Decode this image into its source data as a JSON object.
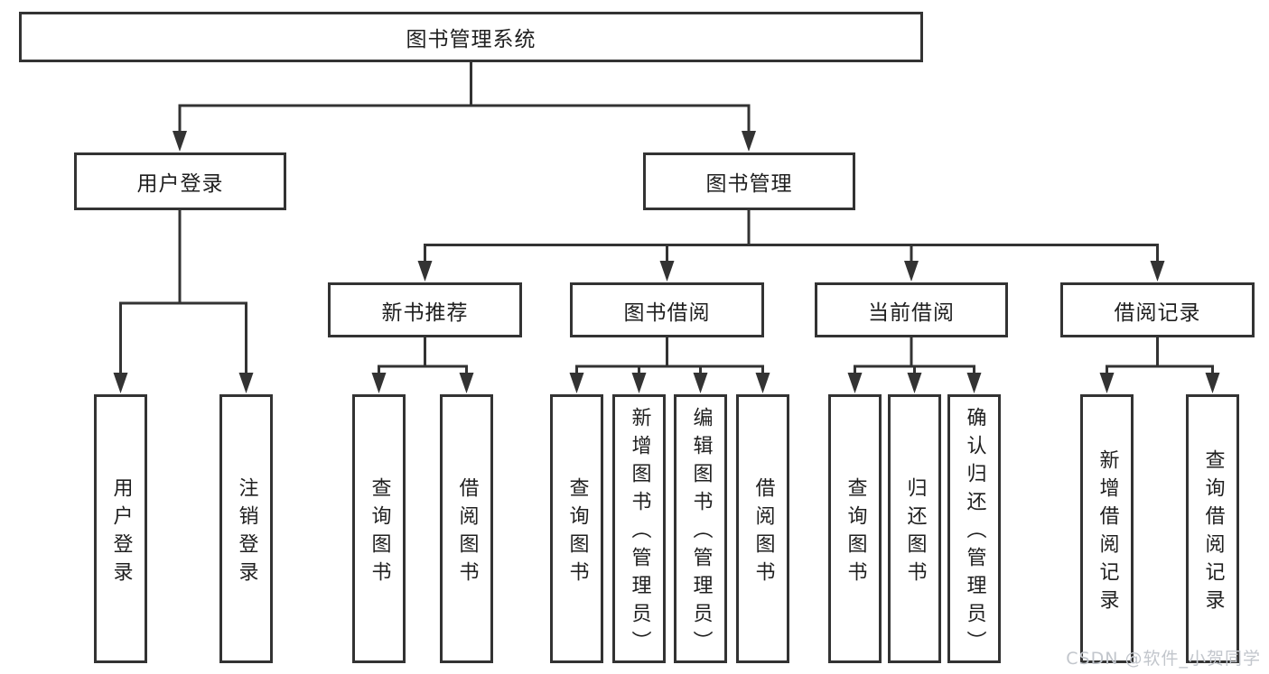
{
  "tree": {
    "label": "图书管理系统",
    "children": [
      {
        "label": "用户登录",
        "children": [
          {
            "label": "用户登录"
          },
          {
            "label": "注销登录"
          }
        ]
      },
      {
        "label": "图书管理",
        "children": [
          {
            "label": "新书推荐",
            "children": [
              {
                "label": "查询图书"
              },
              {
                "label": "借阅图书"
              }
            ]
          },
          {
            "label": "图书借阅",
            "children": [
              {
                "label": "查询图书"
              },
              {
                "label": "新增图书（管理员）"
              },
              {
                "label": "编辑图书（管理员）"
              },
              {
                "label": "借阅图书"
              }
            ]
          },
          {
            "label": "当前借阅",
            "children": [
              {
                "label": "查询图书"
              },
              {
                "label": "归还图书"
              },
              {
                "label": "确认归还（管理员）"
              }
            ]
          },
          {
            "label": "借阅记录",
            "children": [
              {
                "label": "新增借阅记录"
              },
              {
                "label": "查询借阅记录"
              }
            ]
          }
        ]
      }
    ]
  },
  "watermark": {
    "text": "CSDN @软件_小贺同学"
  },
  "colors": {
    "line": "#333333",
    "text": "#1f1f1f",
    "watermark": "#c2c6cc",
    "background": "#ffffff"
  }
}
